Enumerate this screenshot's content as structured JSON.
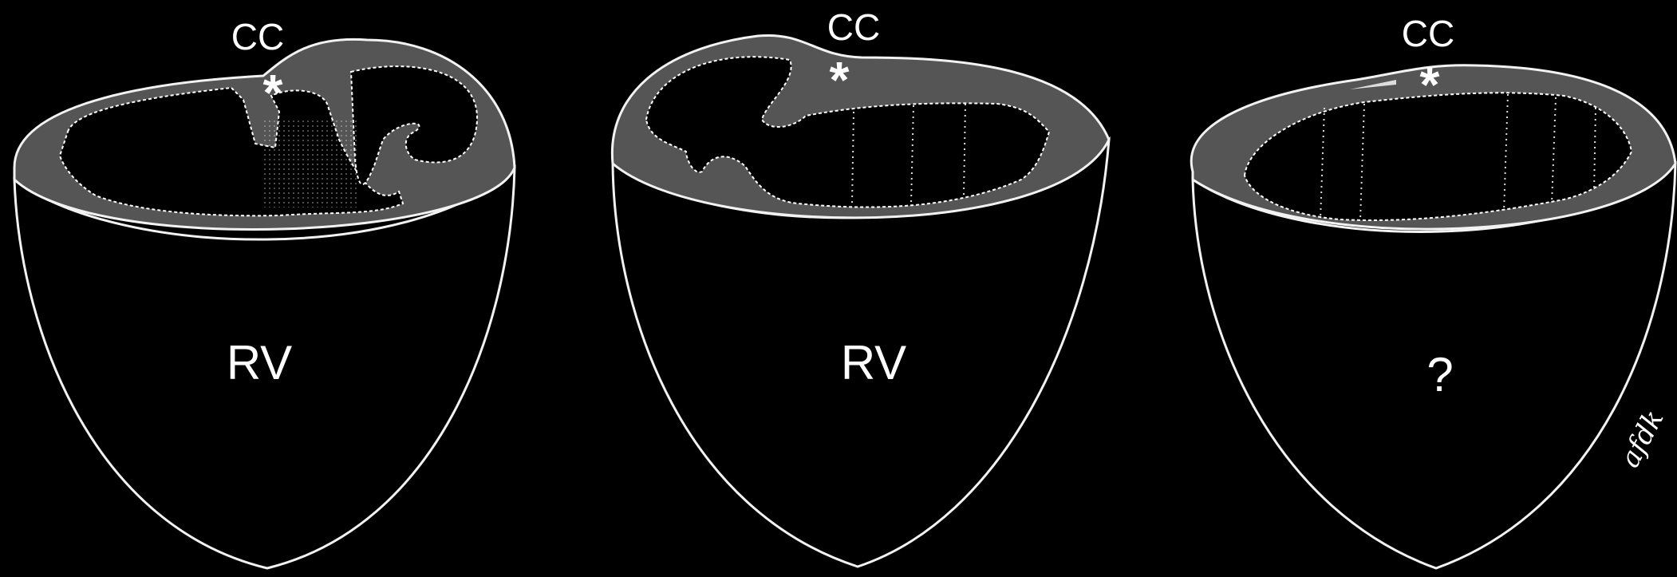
{
  "hearts": [
    {
      "top_label": "CC",
      "marker": "*",
      "chamber_label": "RV"
    },
    {
      "top_label": "CC",
      "marker": "*",
      "chamber_label": "RV"
    },
    {
      "top_label": "CC",
      "marker": "*",
      "chamber_label": "?"
    }
  ],
  "signature": "afdk",
  "colors": {
    "background": "#000000",
    "outline": "#f2f2f2",
    "wall": "#555555",
    "cavity": "#000000"
  }
}
